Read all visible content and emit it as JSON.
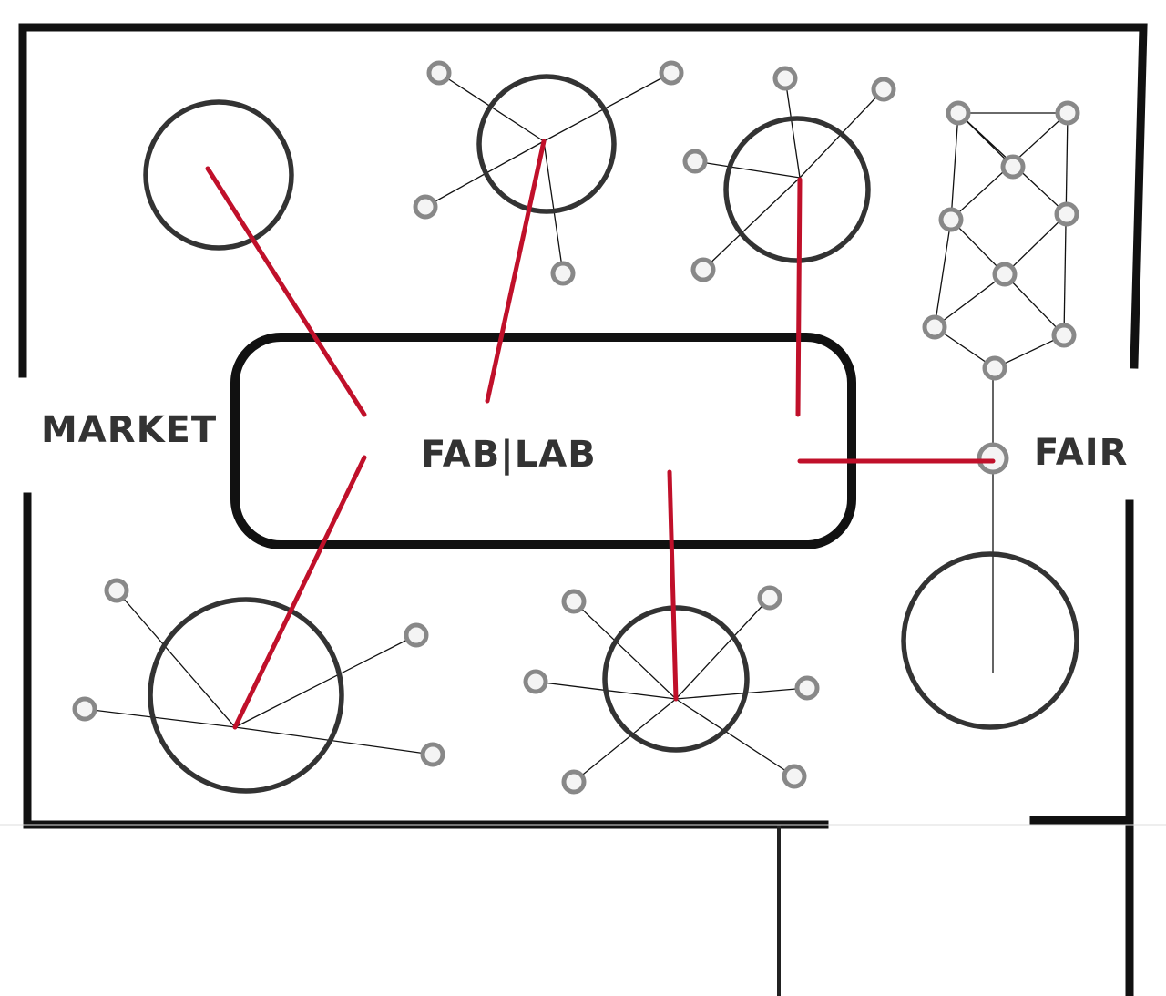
{
  "labels": {
    "market": "MARKET",
    "fablab": "FAB|LAB",
    "fair": "FAIR"
  },
  "colors": {
    "connection": "#c0102a",
    "wall": "#111111",
    "node": "#888888"
  }
}
